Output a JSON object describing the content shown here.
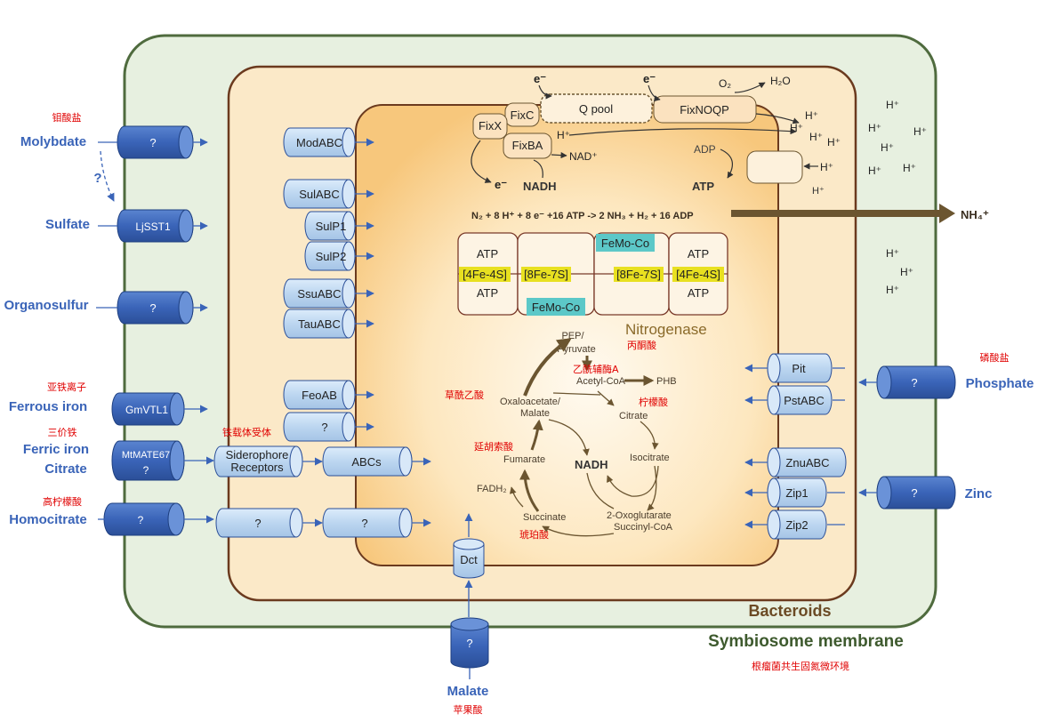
{
  "colors": {
    "symbiosome_fill": "#e7f0e0",
    "symbiosome_stroke": "#4f6b3e",
    "bacteroid_fill": "#fbe9c8",
    "bacteroid_stroke": "#6b3a1e",
    "inner_fill": "#fad9a0",
    "transporter_dark": "#3a64b8",
    "transporter_light": "#c0d8f0",
    "label_blue": "#3a64b8",
    "label_red": "#e00000",
    "arrow_brown": "#6b5530",
    "highlight_yellow": "#e8e020",
    "highlight_cyan": "#5cc8c8"
  },
  "titles": {
    "symbiosome": "Symbiosome membrane",
    "symbiosome_zh": "根瘤菌共生固氮微环境",
    "bacteroids": "Bacteroids",
    "nitrogenase": "Nitrogenase",
    "reaction": "N₂ + 8 H⁺ + 8 e⁻ +16 ATP -> 2 NH₃ + H₂ + 16 ADP",
    "nh4": "NH₄⁺"
  },
  "left_substrates": [
    {
      "name": "Molybdate",
      "zh": "钼酸盐",
      "transporter": "?"
    },
    {
      "name": "Sulfate",
      "zh": "",
      "transporter": "LjSST1"
    },
    {
      "name": "Organosulfur",
      "zh": "",
      "transporter": "?"
    },
    {
      "name": "Ferrous iron",
      "zh": "亚铁离子",
      "transporter": "GmVTL1"
    },
    {
      "name": "Ferric iron",
      "zh": "三价铁",
      "transporter": "MtMATE67"
    },
    {
      "name": "Citrate",
      "zh": "",
      "transporter": "?"
    },
    {
      "name": "Homocitrate",
      "zh": "高柠檬酸",
      "transporter": "?"
    }
  ],
  "question_mark": "?",
  "bacteroid_left": [
    "ModABC",
    "SulABC",
    "SulP1",
    "SulP2",
    "SsuABC",
    "TauABC",
    "FeoAB",
    "?",
    "ABCs",
    "?"
  ],
  "siderophore": {
    "line1": "Siderophore",
    "line2": "Receptors",
    "zh": "铁载体受体",
    "middle": "?"
  },
  "right_substrates": [
    {
      "name": "Phosphate",
      "zh": "磷酸盐",
      "transporter": "?"
    },
    {
      "name": "Zinc",
      "zh": "",
      "transporter": "?"
    }
  ],
  "bacteroid_right": [
    "Pit",
    "PstABC",
    "ZnuABC",
    "Zip1",
    "Zip2"
  ],
  "malate": {
    "name": "Malate",
    "zh": "苹果酸",
    "transporter": "?",
    "dct": "Dct"
  },
  "etc": {
    "e1": "e⁻",
    "e2": "e⁻",
    "e3": "e⁻",
    "o2": "O₂",
    "h2o": "H₂O",
    "fixx": "FixX",
    "fixc": "FixC",
    "fixba": "FixBA",
    "qpool": "Q pool",
    "fixnoqp": "FixNOQP",
    "h_in": "H⁺",
    "nad": "NAD⁺",
    "nadh": "NADH",
    "adp": "ADP",
    "atp": "ATP",
    "h_atp": "H⁺"
  },
  "protons": [
    "H⁺",
    "H⁺",
    "H⁺",
    "H⁺",
    "H⁺",
    "H⁺",
    "H⁺",
    "H⁺",
    "H⁺",
    "H⁺",
    "H⁺",
    "H⁺",
    "H⁺",
    "H⁺",
    "H⁺"
  ],
  "nitrogenase_cells": {
    "atp": "ATP",
    "fe4s": "[4Fe-4S]",
    "fe8s": "[8Fe-7S]",
    "femoco": "FeMo-Co"
  },
  "tca": {
    "pep": "PEP/",
    "pyruvate": "Pyruvate",
    "pyruvate_zh": "丙酮酸",
    "acetyl_zh": "乙酰辅酶A",
    "acetyl": "Acetyl-CoA",
    "phb": "PHB",
    "oaa": "Oxaloacetate/",
    "malate": "Malate",
    "oaa_zh": "草酰乙酸",
    "citrate": "Citrate",
    "citrate_zh": "柠檬酸",
    "isocitrate": "Isocitrate",
    "nadh": "NADH",
    "fumarate": "Fumarate",
    "fumarate_zh": "延胡索酸",
    "fadh2": "FADH₂",
    "succinate": "Succinate",
    "succinate_zh": "琥珀酸",
    "oxo": "2-Oxoglutarate",
    "succoa": "Succinyl-CoA"
  }
}
